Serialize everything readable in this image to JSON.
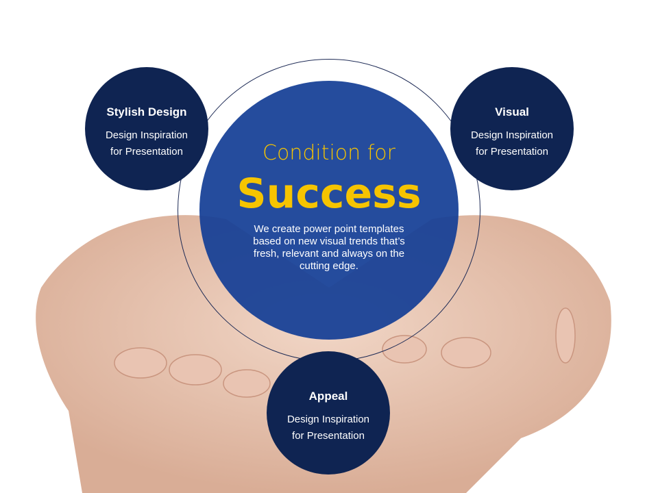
{
  "center": {
    "line1": "Condition for",
    "line2": "Success",
    "description": "We create power point templates based on new visual trends that’s fresh, relevant and always on the cutting edge."
  },
  "circles": [
    {
      "title": "Stylish Design",
      "line1": "Design Inspiration",
      "line2": "for Presentation"
    },
    {
      "title": "Visual",
      "line1": "Design Inspiration",
      "line2": "for Presentation"
    },
    {
      "title": "Appeal",
      "line1": "Design Inspiration",
      "line2": "for Presentation"
    }
  ],
  "colors": {
    "dark": "#0f2452",
    "accent": "#f6c400",
    "main": "#143e96"
  }
}
